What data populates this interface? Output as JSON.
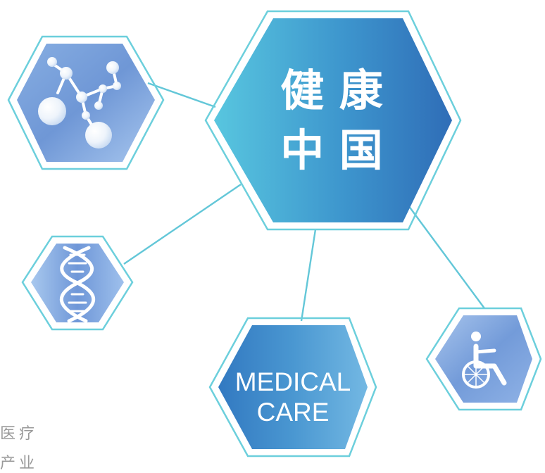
{
  "center": {
    "title_line1": "健 康",
    "title_line2": "中 国"
  },
  "medical_card": {
    "line1": "MEDICAL",
    "line2": "CARE"
  },
  "side_labels": [
    "医疗",
    "产业"
  ],
  "icons": {
    "molecule": "molecule-icon",
    "dna": "dna-icon",
    "wheelchair": "wheelchair-icon"
  },
  "colors": {
    "outline": "#6ccfdc",
    "connector": "#63c7d8",
    "hex_light": "#4dbfdc",
    "hex_dark": "#2f6fb8",
    "label_gray": "#9a9a9a"
  }
}
